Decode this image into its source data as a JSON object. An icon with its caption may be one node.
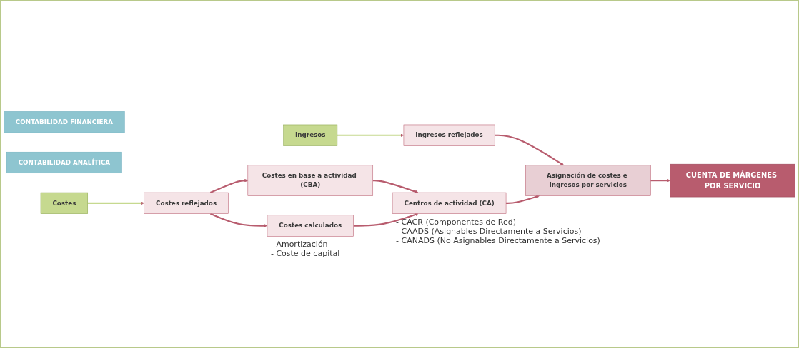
{
  "diagram": {
    "nodes": [
      {
        "text": [
          "CONTABILIDAD FINANCIERA"
        ]
      },
      {
        "text": [
          "CONTABILIDAD ANALÍTICA"
        ]
      },
      {
        "text": [
          "Ingresos"
        ]
      },
      {
        "text": [
          "Ingresos reflejados"
        ]
      },
      {
        "text": [
          "Costes"
        ]
      },
      {
        "text": [
          "Costes reflejados"
        ]
      },
      {
        "text": [
          "Costes en base a actividad (CBA)"
        ]
      },
      {
        "text": [
          "Costes calculados"
        ],
        "beside": [
          "- Amortización",
          "- Coste de capital"
        ]
      },
      {
        "text": [
          "Centros de actividad (CA)"
        ],
        "beside": [
          "- CACR (Componentes de Red)",
          "- CAADS (Asignables Directamente a Servicios)",
          "- CANADS (No Asignables Directamente a Servicios)"
        ]
      },
      {
        "text": [
          "Asignación de costes e ingresos por servicios"
        ]
      },
      {
        "text": [
          "CUENTA DE MÁRGENES POR SERVICIO"
        ]
      }
    ],
    "edges": [
      {
        "from": 2,
        "to": 3,
        "arrow": "to",
        "color": "#c6d98f"
      },
      {
        "from": 3,
        "to": 9,
        "arrow": "to"
      },
      {
        "from": 4,
        "to": 5,
        "arrow": "to",
        "color": "#c6d98f"
      },
      {
        "from": 5,
        "to": 6,
        "arrow": "to"
      },
      {
        "from": 5,
        "to": 7,
        "arrow": "to"
      },
      {
        "from": 6,
        "to": 8,
        "arrow": "to"
      },
      {
        "from": 7,
        "to": 8,
        "arrow": "to"
      },
      {
        "from": 8,
        "to": 9,
        "arrow": "to"
      },
      {
        "from": 9,
        "to": 10,
        "arrow": "to"
      }
    ]
  }
}
